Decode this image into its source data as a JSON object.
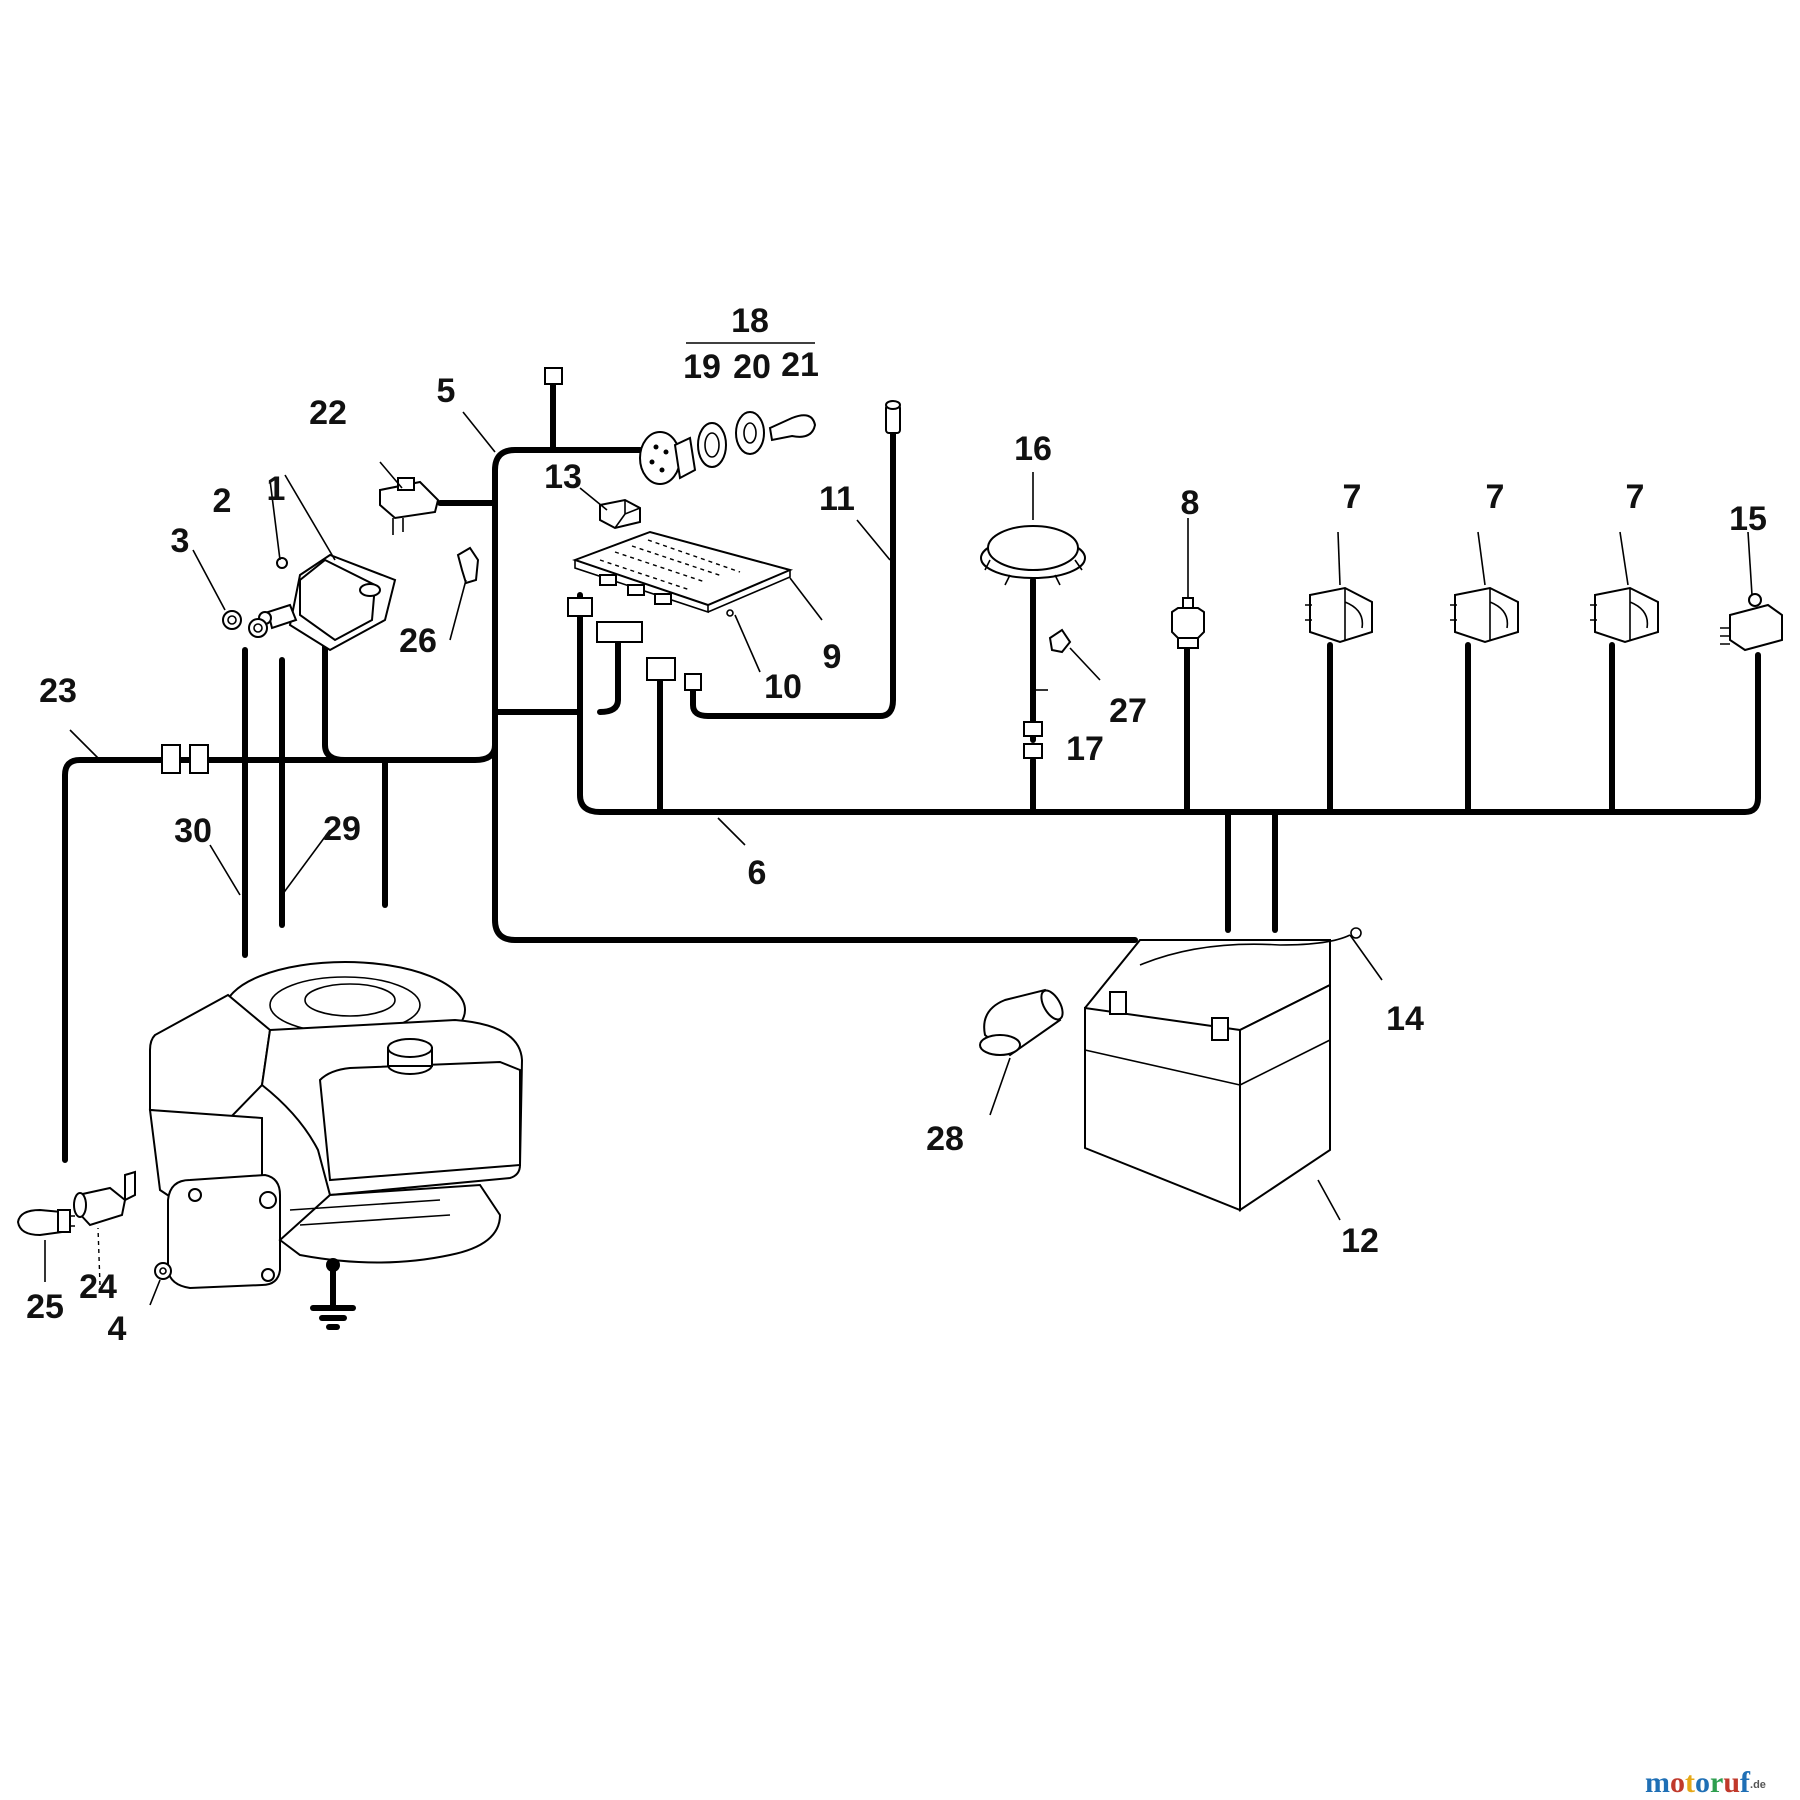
{
  "labels": {
    "n1": "1",
    "n2": "2",
    "n3": "3",
    "n4": "4",
    "n5": "5",
    "n6": "6",
    "n7a": "7",
    "n7b": "7",
    "n7c": "7",
    "n8": "8",
    "n9": "9",
    "n10": "10",
    "n11": "11",
    "n12": "12",
    "n13": "13",
    "n14": "14",
    "n15": "15",
    "n16": "16",
    "n17": "17",
    "n18": "18",
    "n19": "19",
    "n20": "20",
    "n21": "21",
    "n22": "22",
    "n23": "23",
    "n24": "24",
    "n25": "25",
    "n26": "26",
    "n27": "27",
    "n28": "28",
    "n29": "29",
    "n30": "30"
  },
  "watermark": {
    "brand": "motoruf",
    "suffix": ".de",
    "colors": {
      "m": "#1f6fb5",
      "o": "#c0392b",
      "t": "#e6a817",
      "o2": "#1f6fb5",
      "r": "#2e9e4f",
      "u": "#c0392b",
      "f": "#1f6fb5",
      "suffix": "#555555"
    }
  }
}
